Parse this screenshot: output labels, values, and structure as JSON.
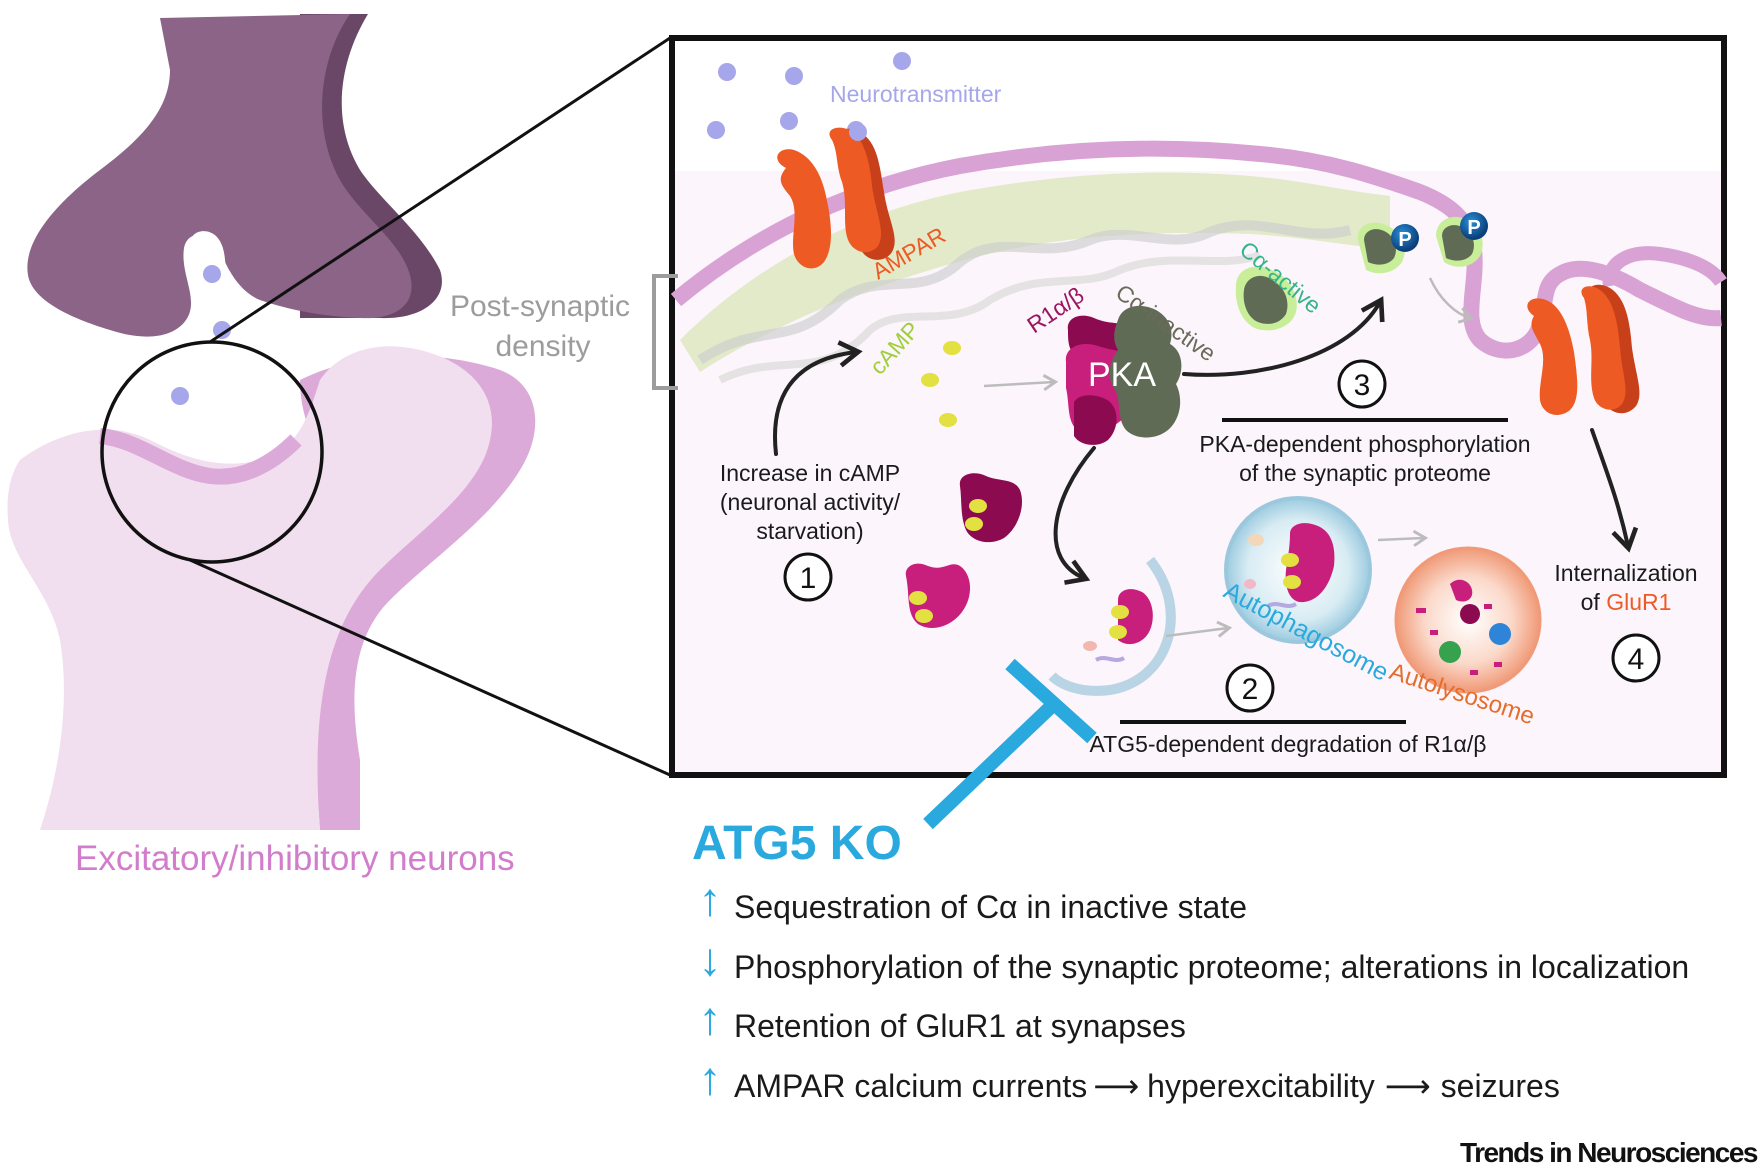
{
  "labels": {
    "neurotransmitter": "Neurotransmitter",
    "ampar": "AMPAR",
    "psd_line1": "Post-synaptic",
    "psd_line2": "density",
    "camp": "cAMP",
    "r1": "R1α/β",
    "c_inactive": "Cα-inactive",
    "c_active": "Cα-active",
    "pka": "PKA",
    "phospho": "P",
    "step1_line1": "Increase in cAMP",
    "step1_line2": "(neuronal activity/",
    "step1_line3": "starvation)",
    "step2_text": "ATG5-dependent degradation of R1α/β",
    "step3_line1": "PKA-dependent phosphorylation",
    "step3_line2": "of the synaptic proteome",
    "step4_line1": "Internalization",
    "step4_line2_prefix": "of ",
    "step4_line2_highlight": "GluR1",
    "autophagosome": "Autophagosome",
    "autolysosome": "Autolysosome",
    "neurons": "Excitatory/inhibitory neurons",
    "ko": "ATG5 KO",
    "brand": "Trends in Neurosciences"
  },
  "steps": [
    "1",
    "2",
    "3",
    "4"
  ],
  "effects": [
    {
      "direction": "up",
      "arrow": "↑",
      "text": "Sequestration of Cα in inactive state"
    },
    {
      "direction": "down",
      "arrow": "↓",
      "text": "Phosphorylation of the synaptic proteome; alterations in localization"
    },
    {
      "direction": "up",
      "arrow": "↑",
      "text": "Retention of GluR1 at synapses"
    },
    {
      "direction": "up",
      "arrow": "↑",
      "text_a": "AMPAR calcium currents",
      "text_b": "hyperexcitability",
      "text_c": "seizures",
      "sep": "⟶"
    }
  ],
  "colors": {
    "presynaptic": "#8b6487",
    "presynaptic_dark": "#6a4766",
    "postsynaptic": "#f1dff0",
    "postsynaptic_dark": "#dcaad8",
    "membrane": "#d9a2d5",
    "ampar": "#ee5a24",
    "ampar_dark": "#c8401a",
    "neurotransmitter": "#a6a6ea",
    "camp": "#e3e042",
    "regulatory": "#c81f7c",
    "regulatory_dark": "#8c0b50",
    "catalytic": "#5f6b55",
    "catalytic_active_glow": "#c9ee9a",
    "phospho_blue": "#1565b0",
    "ko_blue": "#29a9de",
    "autolysosome": "#f3a486",
    "autophagosome": "#b9dde9",
    "psd_gray": "#9c9c9c",
    "ampar_label": "#ee5a24",
    "neurons_label": "#d27ccc",
    "camp_label": "#9fcf3c",
    "r1_label": "#9a1560",
    "c_inactive_label": "#6a6a5a",
    "c_active_label": "#36b489",
    "autophagosome_label": "#29a9de",
    "autolysosome_label": "#e66d2b"
  }
}
